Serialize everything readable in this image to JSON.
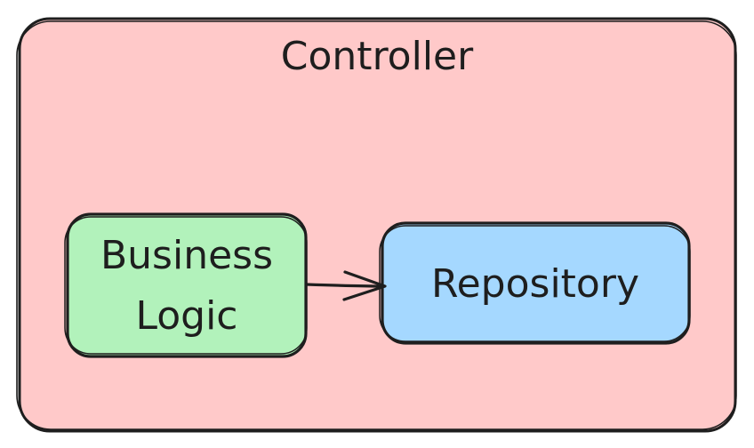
{
  "diagram": {
    "container": {
      "label": "Controller",
      "fill": "#ffc9c9",
      "stroke": "#1e1e1e"
    },
    "nodes": [
      {
        "id": "business-logic",
        "lines": [
          "Business",
          "Logic"
        ],
        "fill": "#b2f2bb",
        "stroke": "#1e1e1e"
      },
      {
        "id": "repository",
        "lines": [
          "Repository"
        ],
        "fill": "#a5d8ff",
        "stroke": "#1e1e1e"
      }
    ],
    "edges": [
      {
        "from": "business-logic",
        "to": "repository",
        "stroke": "#1e1e1e"
      }
    ]
  }
}
